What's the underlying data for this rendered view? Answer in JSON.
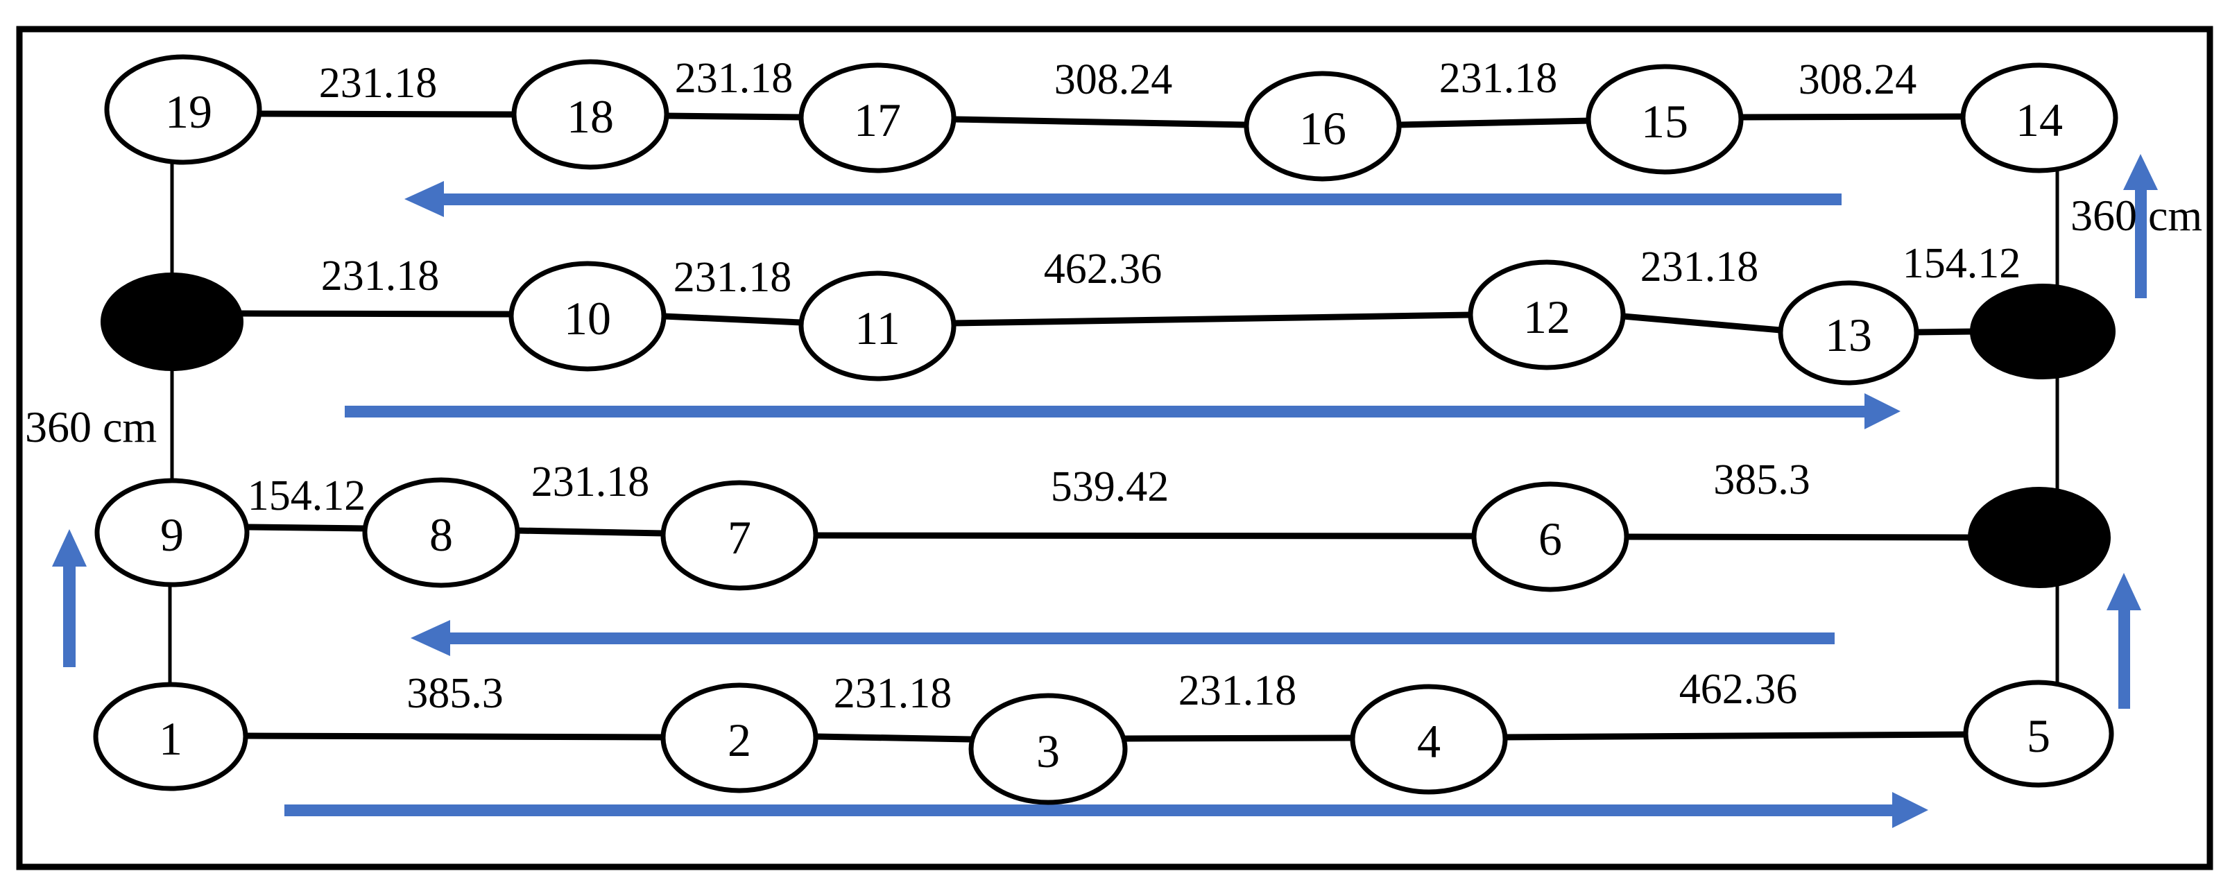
{
  "diagram": {
    "kind": "node-link-route-diagram",
    "colors": {
      "arrow": "#4472C4",
      "line": "#000000",
      "node_fill": "#FFFFFF",
      "node_stroke": "#000000",
      "depot_fill": "#000000",
      "background": "#FFFFFF"
    },
    "nodes": {
      "n1": "1",
      "n2": "2",
      "n3": "3",
      "n4": "4",
      "n5": "5",
      "n6": "6",
      "n7": "7",
      "n8": "8",
      "n9": "9",
      "n10": "10",
      "n11": "11",
      "n12": "12",
      "n13": "13",
      "n14": "14",
      "n15": "15",
      "n16": "16",
      "n17": "17",
      "n18": "18",
      "n19": "19"
    },
    "depot_nodes": [
      "row2-left",
      "row2-right",
      "row3-right"
    ],
    "edge_labels": {
      "row1": [
        "231.18",
        "231.18",
        "308.24",
        "231.18",
        "308.24"
      ],
      "row2": [
        "231.18",
        "231.18",
        "462.36",
        "231.18",
        "154.12"
      ],
      "row3": [
        "154.12",
        "231.18",
        "539.42",
        "385.3"
      ],
      "row4": [
        "385.3",
        "231.18",
        "231.18",
        "462.36"
      ]
    },
    "side_labels": {
      "left": "360 cm",
      "right": "360 cm"
    },
    "arrows": {
      "horizontal": [
        {
          "row": "row1",
          "direction": "left"
        },
        {
          "row": "row2",
          "direction": "right"
        },
        {
          "row": "row3",
          "direction": "left"
        },
        {
          "row": "row4",
          "direction": "right"
        }
      ],
      "vertical": [
        {
          "side": "left",
          "direction": "up"
        },
        {
          "side": "right-upper",
          "direction": "up"
        },
        {
          "side": "right-lower",
          "direction": "up"
        }
      ]
    }
  }
}
